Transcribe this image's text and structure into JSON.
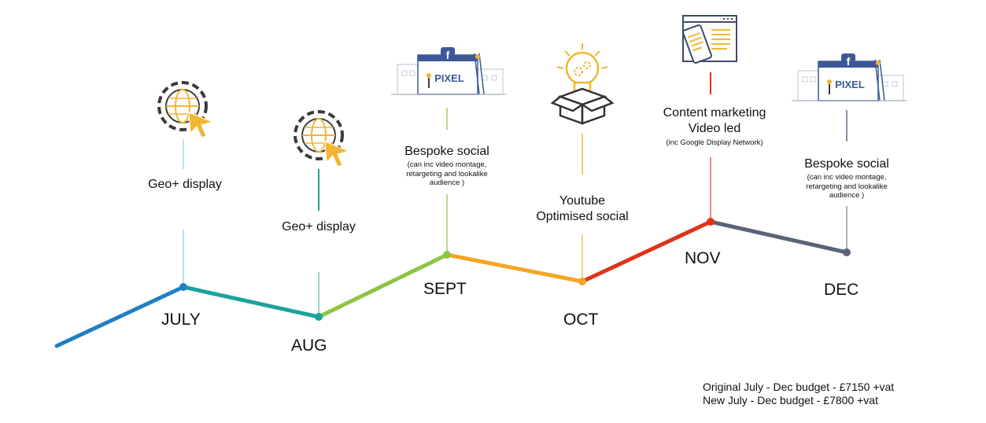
{
  "months": [
    {
      "key": "jul",
      "label": "JULY",
      "color": "#1f7fc4"
    },
    {
      "key": "aug",
      "label": "AUG",
      "color": "#1aa39a"
    },
    {
      "key": "sep",
      "label": "SEPT",
      "color": "#8cc540"
    },
    {
      "key": "oct",
      "label": "OCT",
      "color": "#f5a623"
    },
    {
      "key": "nov",
      "label": "NOV",
      "color": "#e0321b"
    },
    {
      "key": "dec",
      "label": "DEC",
      "color": "#5a6478"
    }
  ],
  "activities": {
    "jul": {
      "title": "Geo+ display",
      "icon": "geo-display-icon"
    },
    "aug": {
      "title": "Geo+ display",
      "icon": "geo-display-icon"
    },
    "sep": {
      "title": "Bespoke social",
      "note": [
        "(can  inc video montage,",
        "retargeting and lookalike",
        "audience )"
      ],
      "icon": "facebook-pixel-icon",
      "icon_text": "PIXEL",
      "icon_badge": "f"
    },
    "oct": {
      "title": [
        "Youtube",
        "Optimised social"
      ],
      "icon": "lightbulb-box-icon"
    },
    "nov": {
      "title": [
        "Content marketing",
        "Video led"
      ],
      "note": [
        "(inc Google Display Network)"
      ],
      "icon": "devices-icon"
    },
    "dec": {
      "title": "Bespoke social",
      "note": [
        "(can  inc video montage,",
        "retargeting and lookalike",
        "audience )"
      ],
      "icon": "facebook-pixel-icon",
      "icon_text": "PIXEL",
      "icon_badge": "f"
    }
  },
  "budget": [
    "Original July - Dec budget - £7150 +vat",
    "New July - Dec budget - £7800 +vat"
  ],
  "colors": {
    "icon_outline": "#3b3b3b",
    "icon_accent": "#f2b632",
    "facebook": "#3b5998"
  }
}
